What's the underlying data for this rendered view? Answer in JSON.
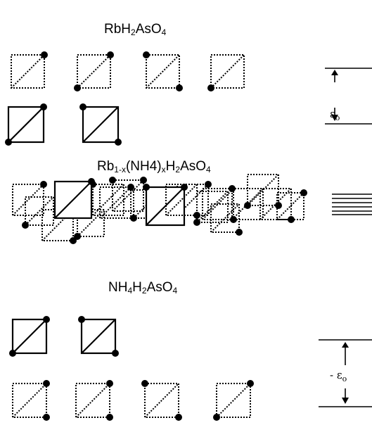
{
  "labels": {
    "top": {
      "base": "RbH",
      "s1": "2",
      "mid": "AsO",
      "s2": "4"
    },
    "middle": {
      "base": "Rb",
      "s1": "1-x",
      "mid": "(NH4)",
      "s2": "x",
      "mid2": "H",
      "s3": "2",
      "end": "AsO",
      "s4": "4"
    },
    "bottom": {
      "base": "NH",
      "s1": "4",
      "mid": "H",
      "s2": "2",
      "end": "AsO",
      "s3": "4"
    }
  },
  "energy": {
    "top": "ε",
    "top_sub": "o",
    "bottom": "- ε",
    "bottom_sub": "o"
  }
}
